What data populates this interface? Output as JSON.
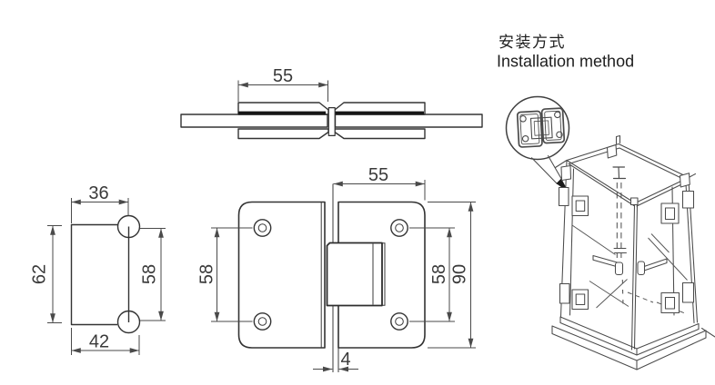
{
  "header": {
    "title_zh": "安装方式",
    "title_en": "Installation method"
  },
  "dimensions": {
    "top_view": {
      "width": "55"
    },
    "side_view": {
      "top_width": "36",
      "height": "62",
      "knuckle_spacing": "58",
      "bottom_width": "42"
    },
    "front_view": {
      "plate_width": "55",
      "hole_spacing_left": "58",
      "hole_spacing_right": "58",
      "total_height": "90",
      "glass_gap": "4"
    }
  },
  "colors": {
    "background": "#ffffff",
    "outline": "#333333",
    "dimension_line": "#4a4a4a",
    "dimension_text": "#3a3a3a",
    "contact_band": "#161616",
    "illustration_line": "#4b4b4b",
    "heading_text": "#1e1e1e"
  }
}
